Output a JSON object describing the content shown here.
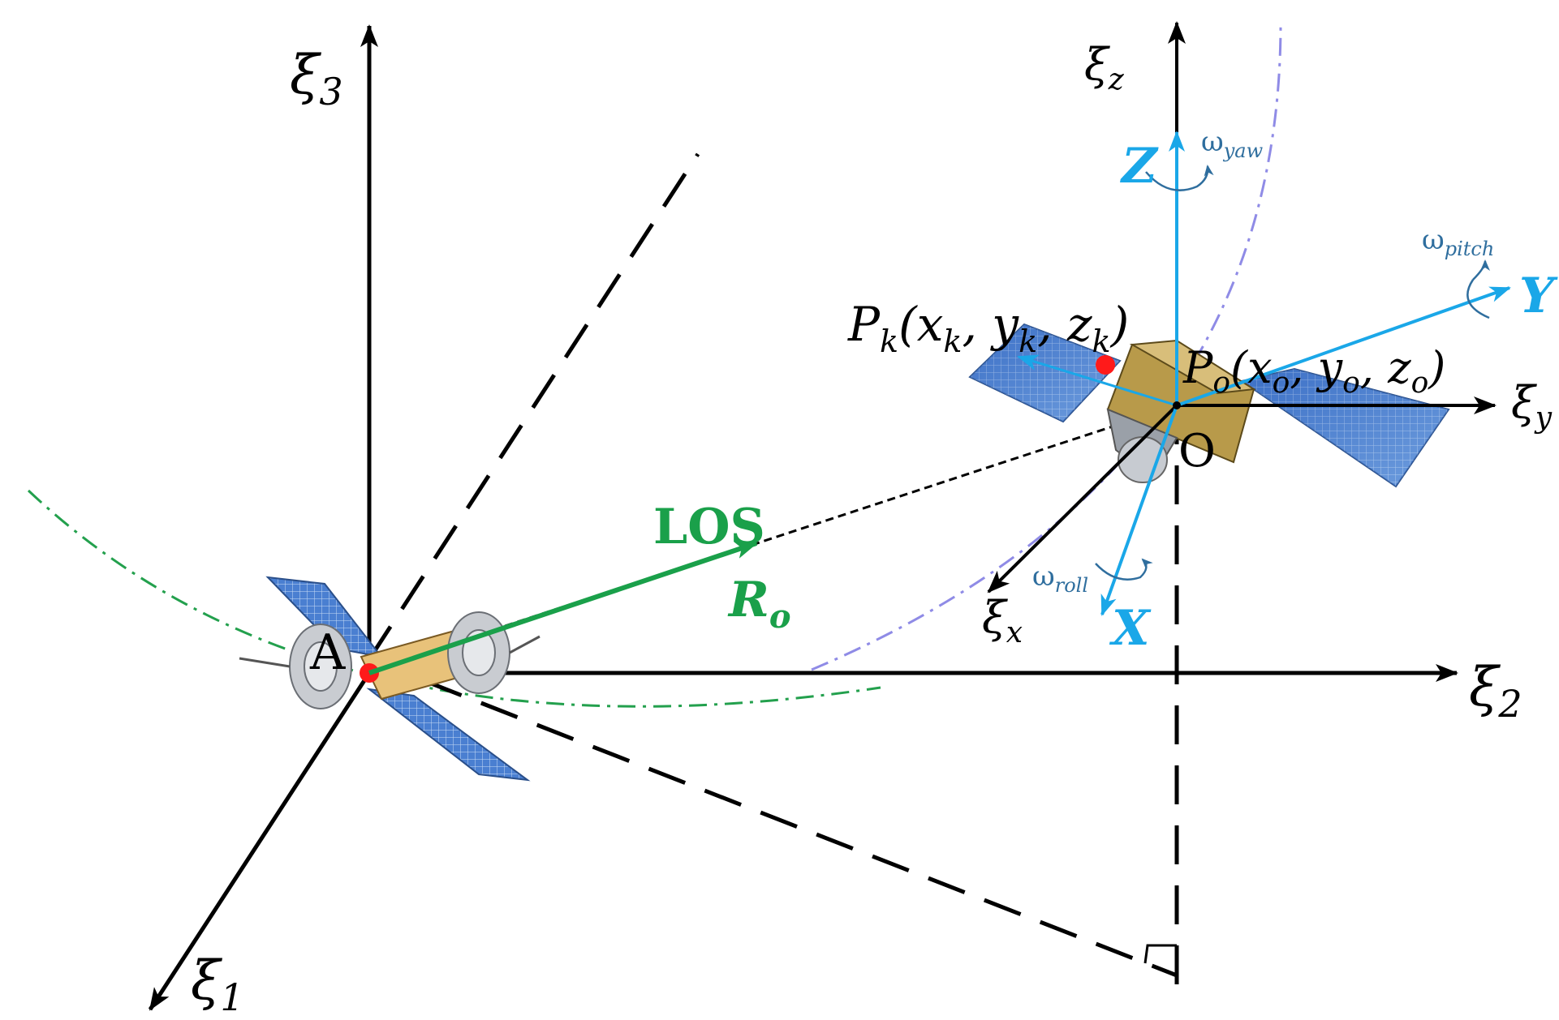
{
  "colors": {
    "axis": "#000000",
    "body_frame": "#1aa7e8",
    "omega_label": "#2f6e9e",
    "los": "#1aa04a",
    "orbit_chaser": "#23a04d",
    "orbit_target": "#8f8be6",
    "marker": "#ff1a1a",
    "panel": "#3f73c8",
    "bus_gold": "#c7a55a"
  },
  "inertial_axes": {
    "xi1": "ξ",
    "xi1_sub": "1",
    "xi2": "ξ",
    "xi2_sub": "2",
    "xi3": "ξ",
    "xi3_sub": "3"
  },
  "orbit_axes": {
    "xix": "ξ",
    "xix_sub": "x",
    "xiy": "ξ",
    "xiy_sub": "y",
    "xiz": "ξ",
    "xiz_sub": "z"
  },
  "body_axes": {
    "X": "X",
    "Y": "Y",
    "Z": "Z",
    "omega": "ω",
    "roll": "roll",
    "pitch": "pitch",
    "yaw": "yaw"
  },
  "points": {
    "A": "A",
    "O": "O",
    "pk_main": "P",
    "pk_sub": "k",
    "pk_coords_open": "(x",
    "pk_y": ", y",
    "pk_z": ", z",
    "pk_close": ")",
    "po_main": "P",
    "po_sub": "o",
    "po_coords_open": "(x",
    "po_y": ", y",
    "po_z": ", z",
    "po_close": ")"
  },
  "los": {
    "label": "LOS",
    "vec": "R",
    "vec_sub": "o"
  },
  "icons": [
    "chaser-satellite-icon",
    "target-satellite-icon"
  ]
}
